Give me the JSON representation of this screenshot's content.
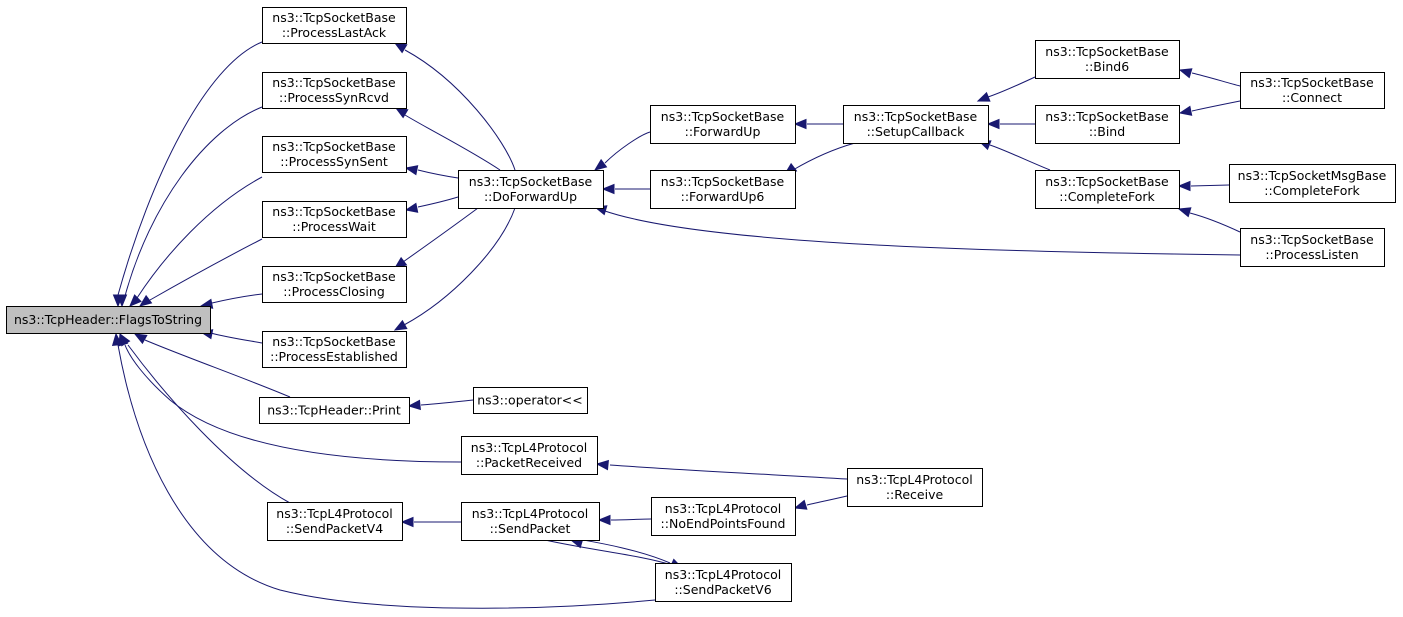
{
  "colors": {
    "edge": "#191970",
    "node_fill": "#ffffff",
    "root_fill": "#bfbfbf",
    "border": "#000000"
  },
  "nodes": {
    "root": {
      "lines": [
        "ns3::TcpHeader::FlagsToString"
      ]
    },
    "processLastAck": {
      "lines": [
        "ns3::TcpSocketBase",
        "::ProcessLastAck"
      ]
    },
    "processSynRcvd": {
      "lines": [
        "ns3::TcpSocketBase",
        "::ProcessSynRcvd"
      ]
    },
    "processSynSent": {
      "lines": [
        "ns3::TcpSocketBase",
        "::ProcessSynSent"
      ]
    },
    "processWait": {
      "lines": [
        "ns3::TcpSocketBase",
        "::ProcessWait"
      ]
    },
    "processClosing": {
      "lines": [
        "ns3::TcpSocketBase",
        "::ProcessClosing"
      ]
    },
    "processEstablished": {
      "lines": [
        "ns3::TcpSocketBase",
        "::ProcessEstablished"
      ]
    },
    "doForwardUp": {
      "lines": [
        "ns3::TcpSocketBase",
        "::DoForwardUp"
      ]
    },
    "forwardUp": {
      "lines": [
        "ns3::TcpSocketBase",
        "::ForwardUp"
      ]
    },
    "forwardUp6": {
      "lines": [
        "ns3::TcpSocketBase",
        "::ForwardUp6"
      ]
    },
    "setupCallback": {
      "lines": [
        "ns3::TcpSocketBase",
        "::SetupCallback"
      ]
    },
    "bind6": {
      "lines": [
        "ns3::TcpSocketBase",
        "::Bind6"
      ]
    },
    "bind": {
      "lines": [
        "ns3::TcpSocketBase",
        "::Bind"
      ]
    },
    "completeFork": {
      "lines": [
        "ns3::TcpSocketBase",
        "::CompleteFork"
      ]
    },
    "connect": {
      "lines": [
        "ns3::TcpSocketBase",
        "::Connect"
      ]
    },
    "msgCompleteFork": {
      "lines": [
        "ns3::TcpSocketMsgBase",
        "::CompleteFork"
      ]
    },
    "processListen": {
      "lines": [
        "ns3::TcpSocketBase",
        "::ProcessListen"
      ]
    },
    "tcpHeaderPrint": {
      "lines": [
        "ns3::TcpHeader::Print"
      ]
    },
    "operatorShift": {
      "lines": [
        "ns3::operator<<"
      ]
    },
    "packetReceived": {
      "lines": [
        "ns3::TcpL4Protocol",
        "::PacketReceived"
      ]
    },
    "receive": {
      "lines": [
        "ns3::TcpL4Protocol",
        "::Receive"
      ]
    },
    "sendPacketV4": {
      "lines": [
        "ns3::TcpL4Protocol",
        "::SendPacketV4"
      ]
    },
    "sendPacket": {
      "lines": [
        "ns3::TcpL4Protocol",
        "::SendPacket"
      ]
    },
    "noEndPointsFound": {
      "lines": [
        "ns3::TcpL4Protocol",
        "::NoEndPointsFound"
      ]
    },
    "sendPacketV6": {
      "lines": [
        "ns3::TcpL4Protocol",
        "::SendPacketV6"
      ]
    }
  },
  "edges": [
    {
      "from": "processLastAck",
      "to": "root"
    },
    {
      "from": "processSynRcvd",
      "to": "root"
    },
    {
      "from": "processSynSent",
      "to": "root"
    },
    {
      "from": "processWait",
      "to": "root"
    },
    {
      "from": "processClosing",
      "to": "root"
    },
    {
      "from": "processEstablished",
      "to": "root"
    },
    {
      "from": "tcpHeaderPrint",
      "to": "root"
    },
    {
      "from": "packetReceived",
      "to": "root"
    },
    {
      "from": "sendPacketV4",
      "to": "root"
    },
    {
      "from": "sendPacketV6",
      "to": "root"
    },
    {
      "from": "doForwardUp",
      "to": "processLastAck"
    },
    {
      "from": "doForwardUp",
      "to": "processSynRcvd"
    },
    {
      "from": "doForwardUp",
      "to": "processSynSent"
    },
    {
      "from": "doForwardUp",
      "to": "processWait"
    },
    {
      "from": "doForwardUp",
      "to": "processClosing"
    },
    {
      "from": "doForwardUp",
      "to": "processEstablished"
    },
    {
      "from": "forwardUp",
      "to": "doForwardUp"
    },
    {
      "from": "forwardUp6",
      "to": "doForwardUp"
    },
    {
      "from": "processListen",
      "to": "doForwardUp"
    },
    {
      "from": "setupCallback",
      "to": "forwardUp"
    },
    {
      "from": "setupCallback",
      "to": "forwardUp6"
    },
    {
      "from": "bind6",
      "to": "setupCallback"
    },
    {
      "from": "bind",
      "to": "setupCallback"
    },
    {
      "from": "completeFork",
      "to": "setupCallback"
    },
    {
      "from": "connect",
      "to": "bind6"
    },
    {
      "from": "connect",
      "to": "bind"
    },
    {
      "from": "msgCompleteFork",
      "to": "completeFork"
    },
    {
      "from": "processListen",
      "to": "completeFork"
    },
    {
      "from": "operatorShift",
      "to": "tcpHeaderPrint"
    },
    {
      "from": "receive",
      "to": "packetReceived"
    },
    {
      "from": "sendPacket",
      "to": "sendPacketV4"
    },
    {
      "from": "noEndPointsFound",
      "to": "sendPacket"
    },
    {
      "from": "sendPacketV6",
      "to": "sendPacket"
    },
    {
      "from": "sendPacket",
      "to": "sendPacketV6"
    },
    {
      "from": "receive",
      "to": "noEndPointsFound"
    }
  ]
}
